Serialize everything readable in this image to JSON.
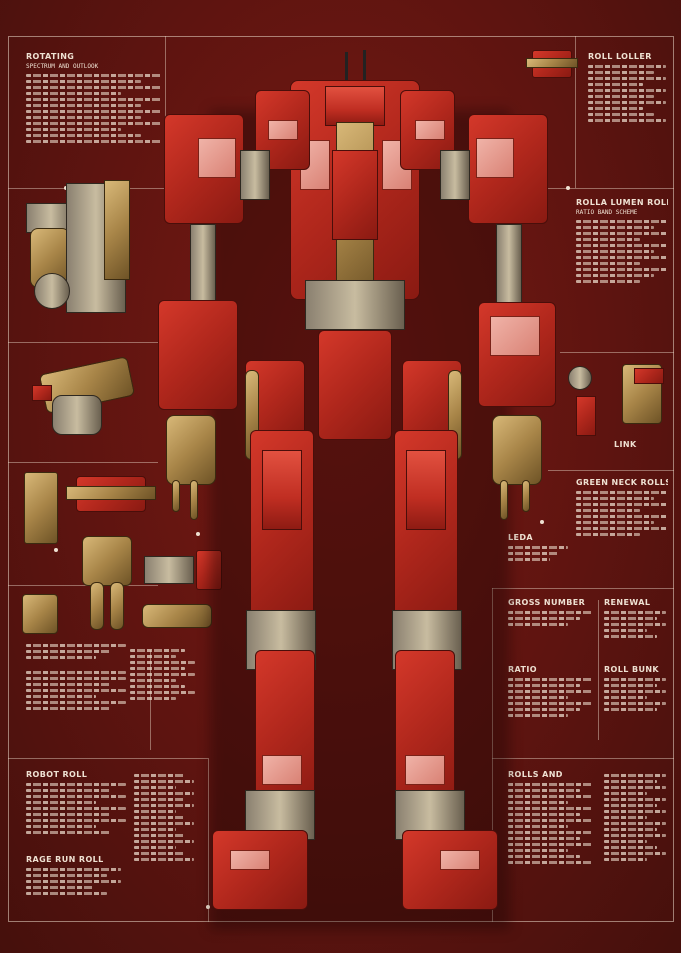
{
  "palette": {
    "background": "#5e1410",
    "armor_red": "#c02e22",
    "armor_highlight": "#f0b3a8",
    "brass": "#a88548",
    "text": "#efe1d2"
  },
  "blocks": {
    "top_left": {
      "title": "ROTATING",
      "subtitle": "SPECTRUM AND OUTLOOK"
    },
    "top_right": {
      "title": "ROLL LOLLER"
    },
    "mid_right": {
      "title": "ROLLA LUMEN ROLL",
      "subtitle": "RATIO BAND SCHEME"
    },
    "lower_right_top": {
      "title": "GREEN NECK ROLLS"
    },
    "lower_right_tag": {
      "title": "LEDA"
    },
    "right_group_1": {
      "title": "GROSS NUMBER"
    },
    "right_group_2": {
      "title": "RENEWAL"
    },
    "right_group_3": {
      "title": "RATIO"
    },
    "right_group_4": {
      "title": "ROLL BUNK"
    },
    "right_group_5": {
      "title": "ROLLS AND"
    },
    "left_bottom_1": {
      "title": "ROBOT ROLL"
    },
    "left_bottom_2": {
      "title": "RAGE RUN ROLL"
    },
    "small_tag": {
      "title": "LINK"
    }
  }
}
